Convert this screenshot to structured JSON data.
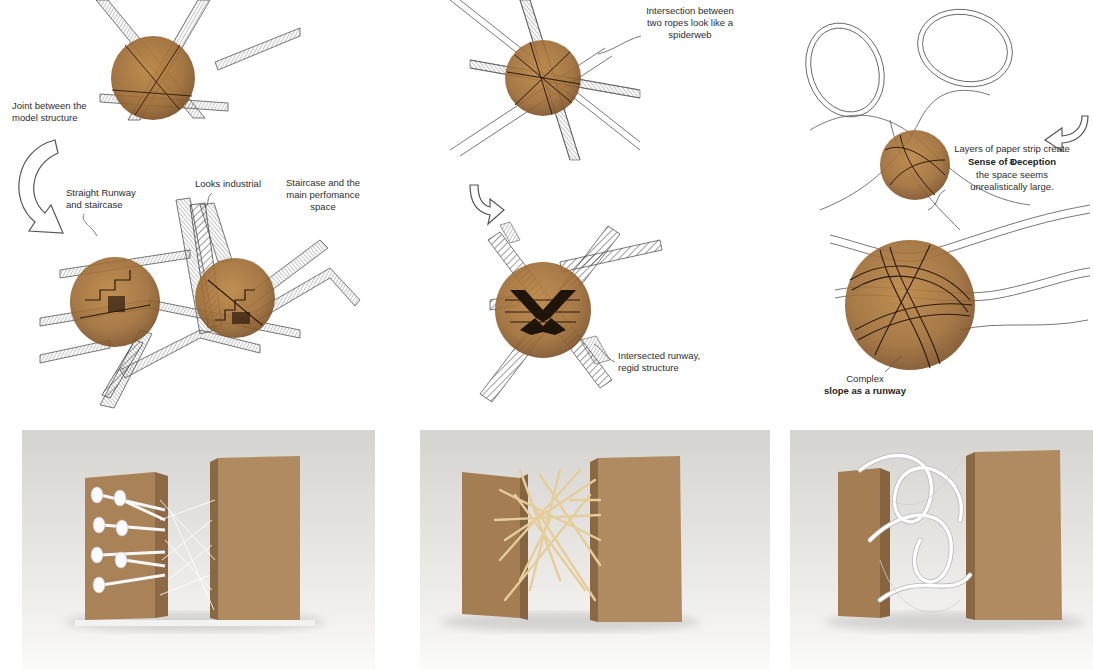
{
  "diagram": {
    "labels": [
      "Joint between the model structure",
      "Straight Runway and staircase",
      "Looks industrial",
      "Staircase and the main perfomance space",
      "Intersection between two ropes look like a spiderweb",
      "Intersected runway, regid structure",
      "Layers of paper strip create a",
      "Sense of Deception",
      "the space seems unrealistically large.",
      "Complex",
      "slope as a runway"
    ]
  }
}
